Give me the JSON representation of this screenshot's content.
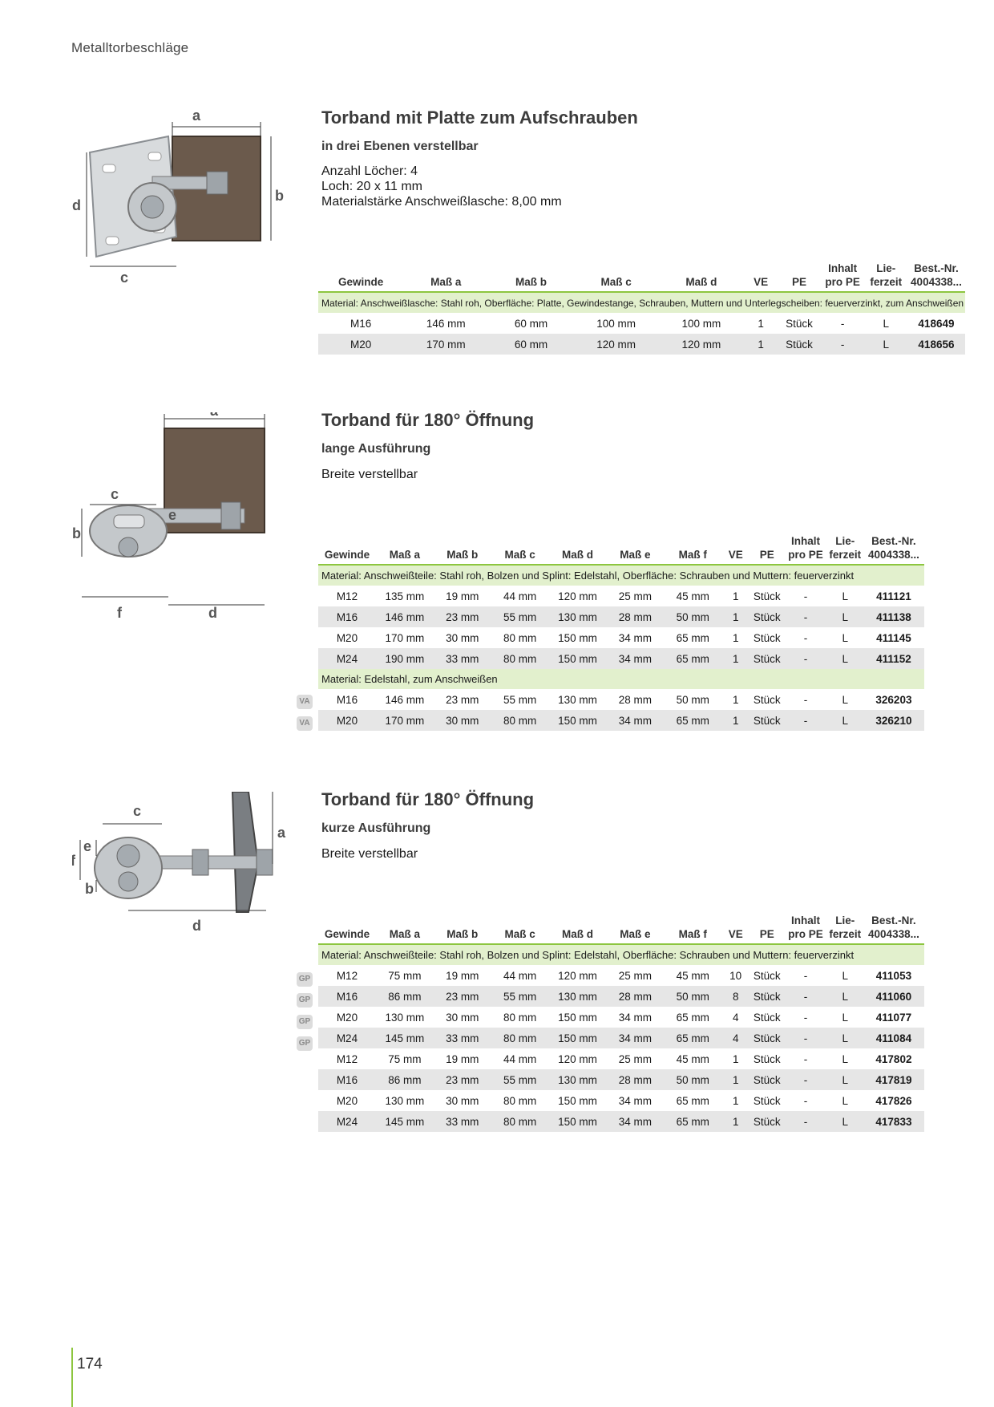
{
  "header": {
    "category": "Metalltorbeschläge"
  },
  "page_number": "174",
  "products": [
    {
      "title": "Torband mit Platte zum Aufschrauben",
      "subtitle": "in drei Ebenen verstellbar",
      "specs": [
        "Anzahl Löcher: 4",
        "Loch: 20 x 11 mm",
        "Materialstärke Anschweißlasche: 8,00 mm"
      ],
      "dim_labels": [
        "a",
        "b",
        "c",
        "d"
      ],
      "columns": [
        "Gewinde",
        "Maß a",
        "Maß b",
        "Maß c",
        "Maß d",
        "VE",
        "PE",
        "Inhalt pro PE",
        "Lie- ferzeit",
        "Best.-Nr. 4004338..."
      ],
      "material": "Material: Anschweißlasche: Stahl roh, Oberfläche: Platte, Gewindestange, Schrauben, Muttern und Unterlegscheiben: feuerverzinkt, zum Anschweißen",
      "rows": [
        [
          "M16",
          "146 mm",
          "60 mm",
          "100 mm",
          "100 mm",
          "1",
          "Stück",
          "-",
          "L",
          "418649"
        ],
        [
          "M20",
          "170 mm",
          "60 mm",
          "120 mm",
          "120 mm",
          "1",
          "Stück",
          "-",
          "L",
          "418656"
        ]
      ]
    },
    {
      "title": "Torband für 180° Öffnung",
      "subtitle": "lange Ausführung",
      "specs": [
        "Breite verstellbar"
      ],
      "dim_labels": [
        "a",
        "b",
        "c",
        "d",
        "e",
        "f"
      ],
      "columns": [
        "Gewinde",
        "Maß a",
        "Maß b",
        "Maß c",
        "Maß d",
        "Maß e",
        "Maß f",
        "VE",
        "PE",
        "Inhalt pro PE",
        "Lie- ferzeit",
        "Best.-Nr. 4004338..."
      ],
      "material_1": "Material: Anschweißteile: Stahl roh, Bolzen und Splint: Edelstahl, Oberfläche: Schrauben und Muttern: feuerverzinkt",
      "rows_1": [
        [
          "M12",
          "135 mm",
          "19 mm",
          "44 mm",
          "120 mm",
          "25 mm",
          "45 mm",
          "1",
          "Stück",
          "-",
          "L",
          "411121"
        ],
        [
          "M16",
          "146 mm",
          "23 mm",
          "55 mm",
          "130 mm",
          "28 mm",
          "50 mm",
          "1",
          "Stück",
          "-",
          "L",
          "411138"
        ],
        [
          "M20",
          "170 mm",
          "30 mm",
          "80 mm",
          "150 mm",
          "34 mm",
          "65 mm",
          "1",
          "Stück",
          "-",
          "L",
          "411145"
        ],
        [
          "M24",
          "190 mm",
          "33 mm",
          "80 mm",
          "150 mm",
          "34 mm",
          "65 mm",
          "1",
          "Stück",
          "-",
          "L",
          "411152"
        ]
      ],
      "material_2": "Material: Edelstahl, zum Anschweißen",
      "rows_2": [
        [
          "M16",
          "146 mm",
          "23 mm",
          "55 mm",
          "130 mm",
          "28 mm",
          "50 mm",
          "1",
          "Stück",
          "-",
          "L",
          "326203"
        ],
        [
          "M20",
          "170 mm",
          "30 mm",
          "80 mm",
          "150 mm",
          "34 mm",
          "65 mm",
          "1",
          "Stück",
          "-",
          "L",
          "326210"
        ]
      ],
      "badge_label": "VA"
    },
    {
      "title": "Torband für 180° Öffnung",
      "subtitle": "kurze Ausführung",
      "specs": [
        "Breite verstellbar"
      ],
      "dim_labels": [
        "a",
        "b",
        "c",
        "d",
        "e",
        "f"
      ],
      "columns": [
        "Gewinde",
        "Maß a",
        "Maß b",
        "Maß c",
        "Maß d",
        "Maß e",
        "Maß f",
        "VE",
        "PE",
        "Inhalt pro PE",
        "Lie- ferzeit",
        "Best.-Nr. 4004338..."
      ],
      "material": "Material: Anschweißteile: Stahl roh, Bolzen und Splint: Edelstahl, Oberfläche: Schrauben und Muttern: feuerverzinkt",
      "rows": [
        [
          "M12",
          "75 mm",
          "19 mm",
          "44 mm",
          "120 mm",
          "25 mm",
          "45 mm",
          "10",
          "Stück",
          "-",
          "L",
          "411053"
        ],
        [
          "M16",
          "86 mm",
          "23 mm",
          "55 mm",
          "130 mm",
          "28 mm",
          "50 mm",
          "8",
          "Stück",
          "-",
          "L",
          "411060"
        ],
        [
          "M20",
          "130 mm",
          "30 mm",
          "80 mm",
          "150 mm",
          "34 mm",
          "65 mm",
          "4",
          "Stück",
          "-",
          "L",
          "411077"
        ],
        [
          "M24",
          "145 mm",
          "33 mm",
          "80 mm",
          "150 mm",
          "34 mm",
          "65 mm",
          "4",
          "Stück",
          "-",
          "L",
          "411084"
        ],
        [
          "M12",
          "75 mm",
          "19 mm",
          "44 mm",
          "120 mm",
          "25 mm",
          "45 mm",
          "1",
          "Stück",
          "-",
          "L",
          "417802"
        ],
        [
          "M16",
          "86 mm",
          "23 mm",
          "55 mm",
          "130 mm",
          "28 mm",
          "50 mm",
          "1",
          "Stück",
          "-",
          "L",
          "417819"
        ],
        [
          "M20",
          "130 mm",
          "30 mm",
          "80 mm",
          "150 mm",
          "34 mm",
          "65 mm",
          "1",
          "Stück",
          "-",
          "L",
          "417826"
        ],
        [
          "M24",
          "145 mm",
          "33 mm",
          "80 mm",
          "150 mm",
          "34 mm",
          "65 mm",
          "1",
          "Stück",
          "-",
          "L",
          "417833"
        ]
      ],
      "badge_label": "GP",
      "badge_rows": 4
    }
  ]
}
